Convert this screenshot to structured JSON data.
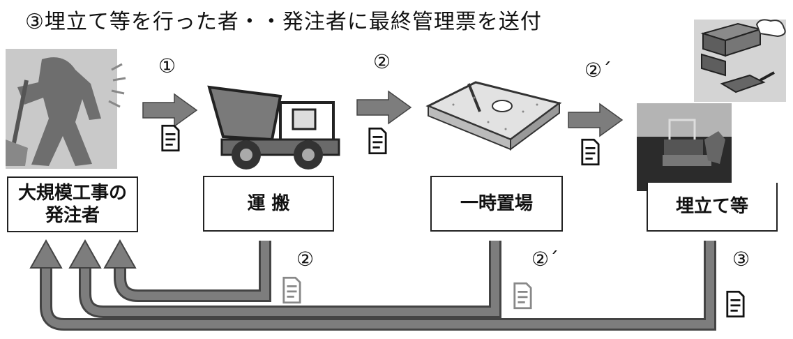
{
  "title": "③埋立て等を行った者・・発注者に最終管理票を送付",
  "steps": {
    "client": "大規模工事の\n発注者",
    "transport": "運 搬",
    "temp_storage": "一時置場",
    "landfill": "埋立て等"
  },
  "labels": {
    "step1": "①",
    "step2": "②",
    "step2_prime": "②´",
    "return_transport": "②",
    "return_temp": "②´",
    "return_landfill": "③"
  },
  "icons": {
    "worker": "construction-worker-icon",
    "truck": "dump-truck-icon",
    "sandbox": "sandbox-icon",
    "bulldozer": "bulldozer-icon",
    "bricks": "bricks-trowel-icon",
    "document": "document-icon"
  },
  "colors": {
    "arrow": "#7d7d7d",
    "text": "#111111",
    "border": "#222222"
  }
}
